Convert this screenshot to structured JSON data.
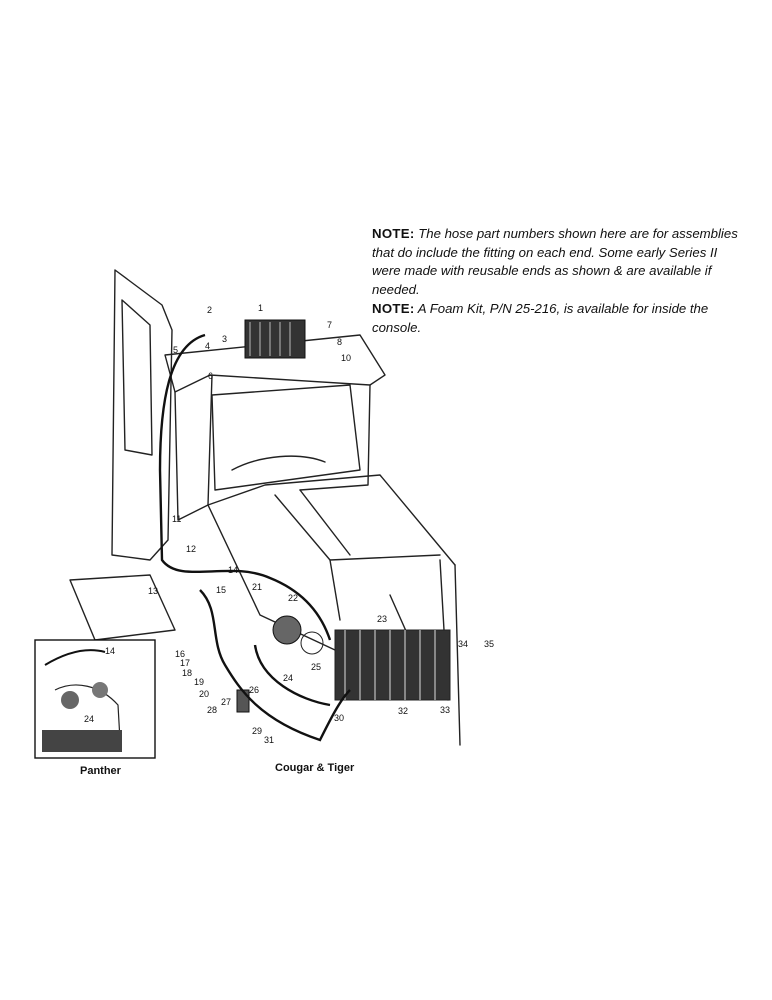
{
  "notes": [
    {
      "label": "NOTE:",
      "text": "The hose part numbers shown here are for assemblies that do include the fitting on each end. Some early Series II were made with reusable ends as shown & are available if needed."
    },
    {
      "label": "NOTE:",
      "text": "A Foam Kit, P/N 25-216, is available for inside the console."
    }
  ],
  "captions": {
    "panther": "Panther",
    "cougar_tiger": "Cougar & Tiger"
  },
  "callouts": [
    "1",
    "2",
    "3",
    "4",
    "5",
    "6",
    "7",
    "8",
    "10",
    "11",
    "12",
    "13",
    "14",
    "15",
    "16",
    "17",
    "18",
    "19",
    "20",
    "21",
    "22",
    "23",
    "24",
    "25",
    "26",
    "27",
    "28",
    "29",
    "30",
    "31",
    "32",
    "33",
    "34",
    "35"
  ],
  "inset_callouts": [
    "14",
    "24"
  ]
}
